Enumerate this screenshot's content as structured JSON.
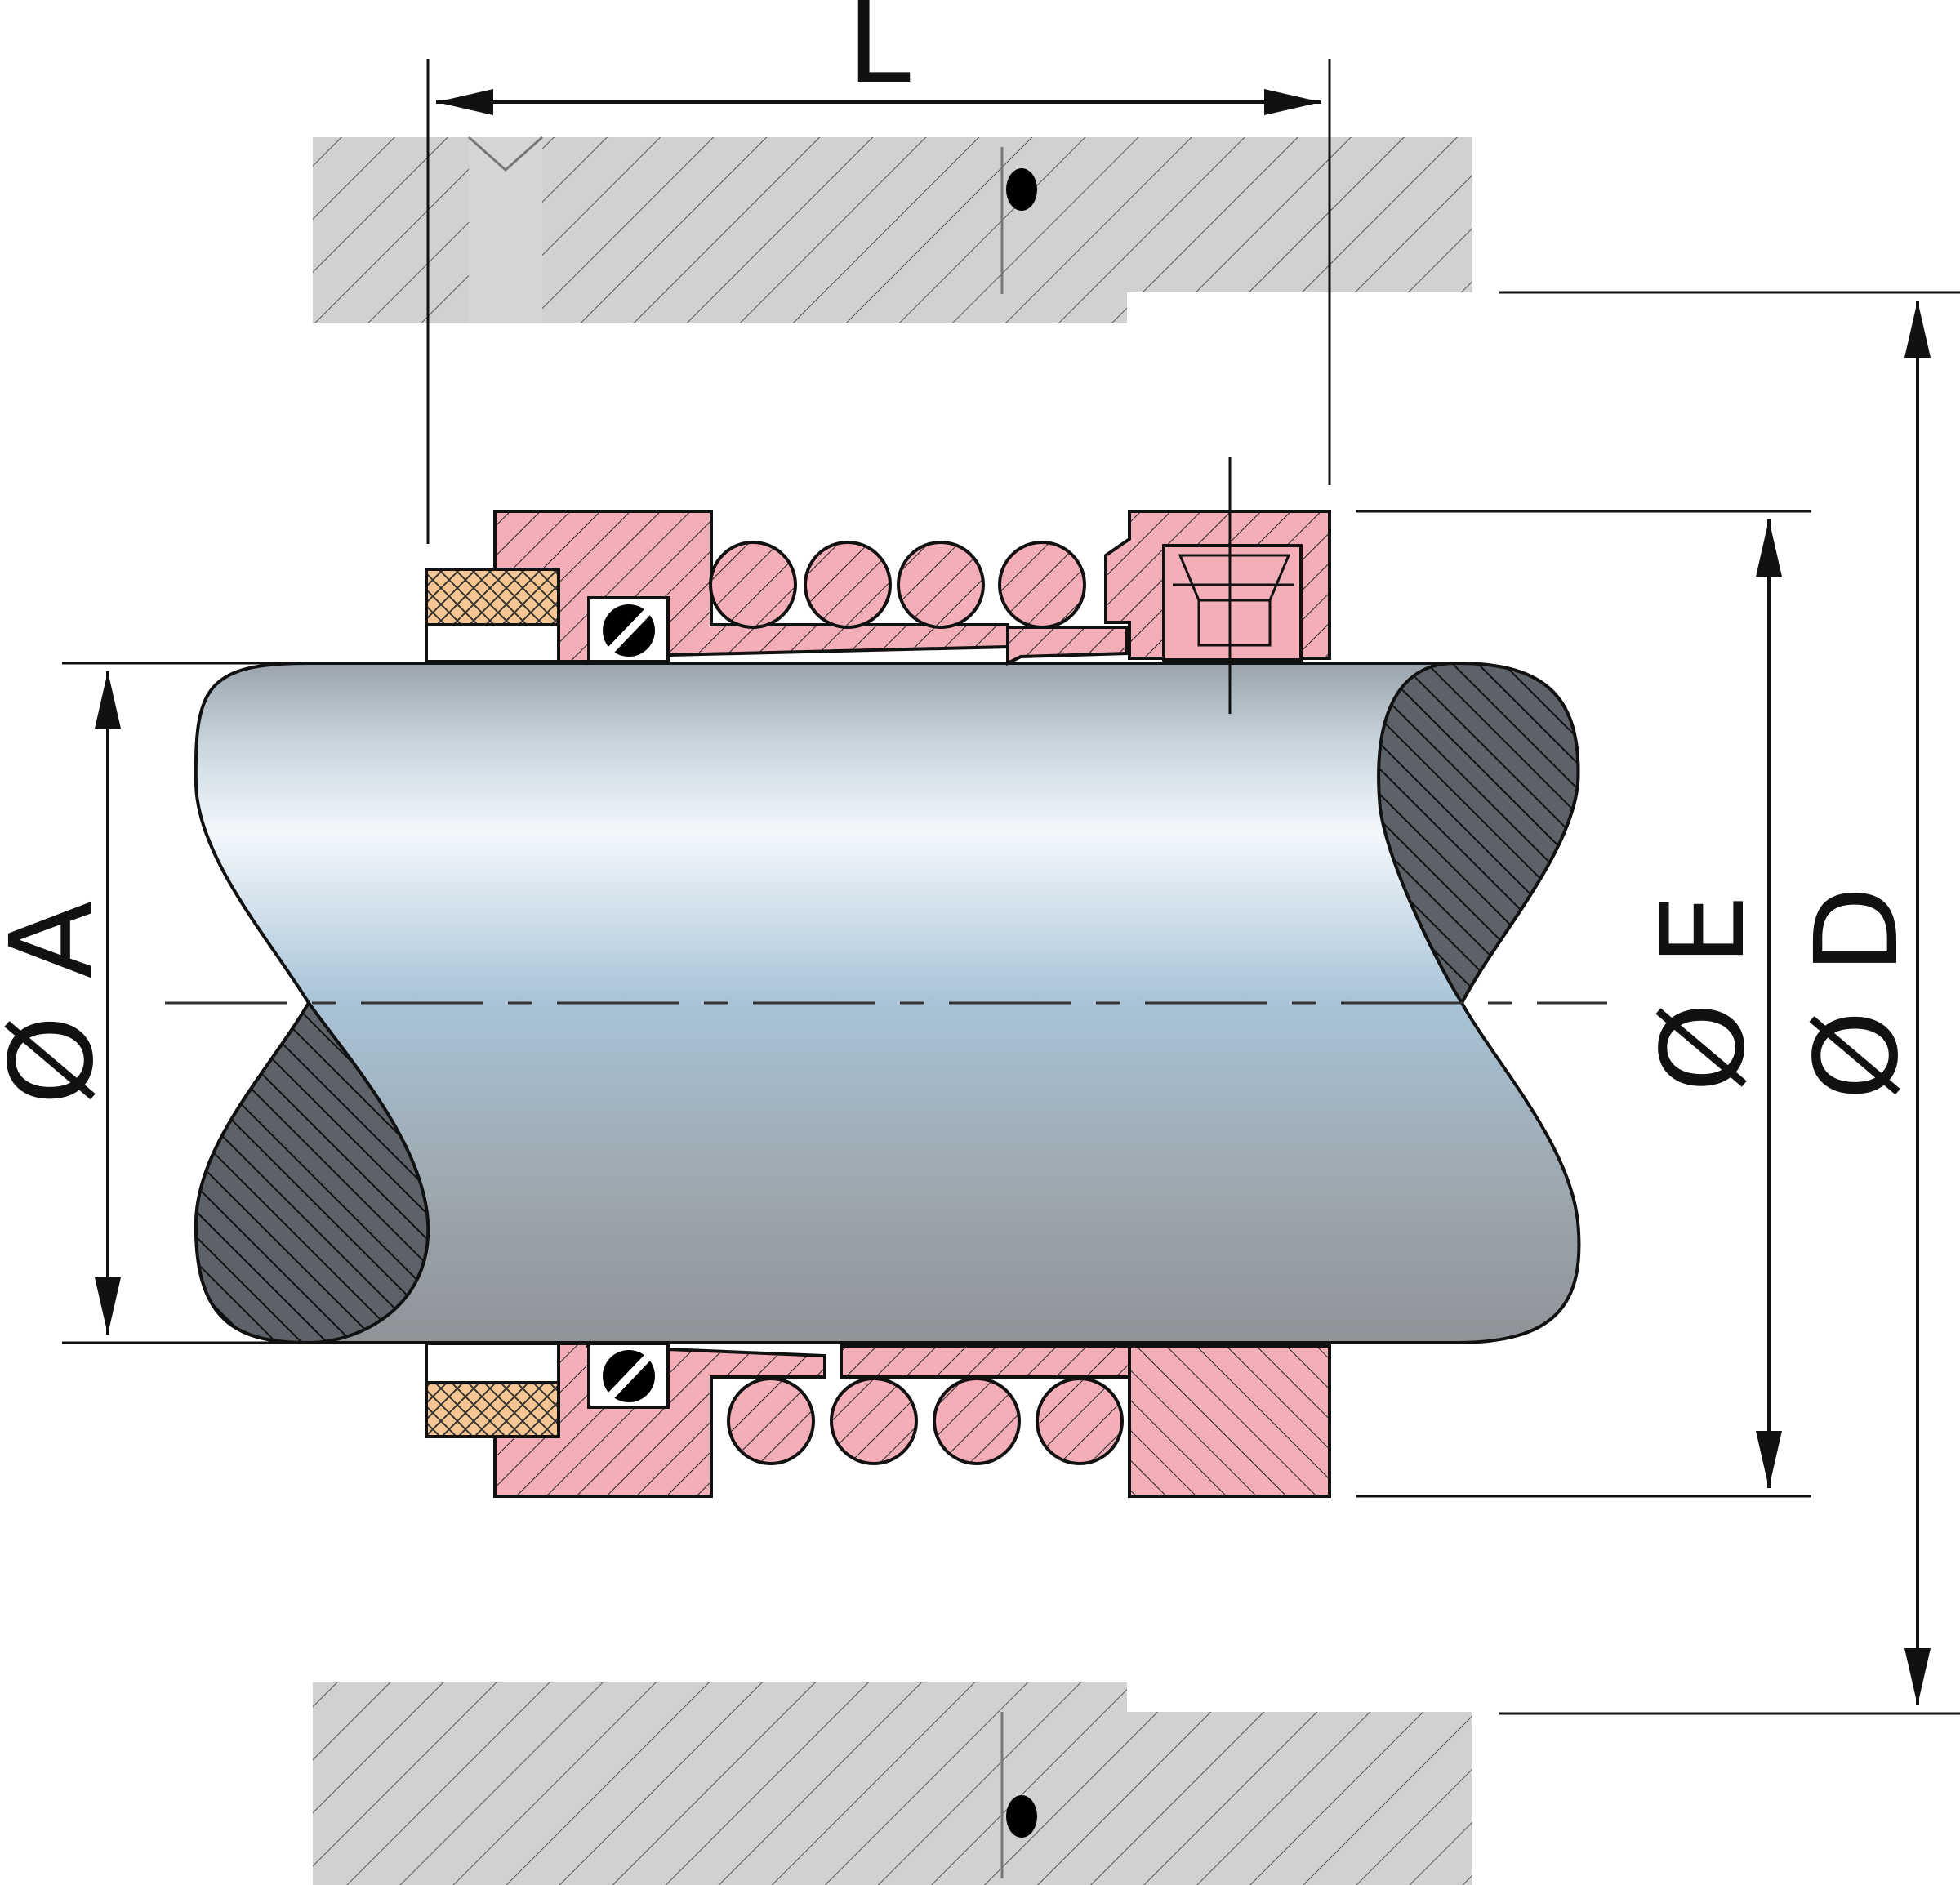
{
  "diagram": {
    "labels": {
      "length": "L",
      "shaft_diameter": "Ø A",
      "seal_outer_diameter": "Ø E",
      "housing_bore_diameter": "Ø D"
    },
    "colors": {
      "housing": "#d1d1d1",
      "seal_body": "#f4aeb8",
      "packing": "#f5c694",
      "shaft_light": "#f3f8fc",
      "shaft_mid": "#a8c3d6",
      "shaft_dark": "#8f9398",
      "shaft_cut": "#5d6269",
      "line": "#111111"
    }
  }
}
